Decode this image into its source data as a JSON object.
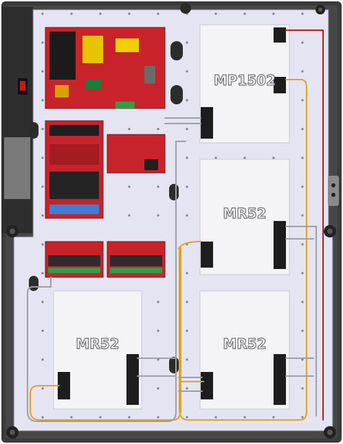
{
  "panels": {
    "mp1502": {
      "label": "MP1502"
    },
    "mr52_right_middle": {
      "label": "MR52"
    },
    "mr52_left_bottom": {
      "label": "MR52"
    },
    "mr52_right_bottom": {
      "label": "MR52"
    }
  },
  "colors": {
    "enclosure": "#3a3a3a",
    "backplate": "#e3e3f1",
    "board_red": "#c8232b",
    "panel_white": "#f4f4f6",
    "wire_gray": "#9aa0a6",
    "wire_yellow": "#e2a21a",
    "wire_red": "#d11a1a"
  },
  "icons": {
    "lock": "lock-icon",
    "tamper_switch": "tamper-switch-icon",
    "power_supply": "power-supply-board",
    "controller": "controller-board"
  }
}
